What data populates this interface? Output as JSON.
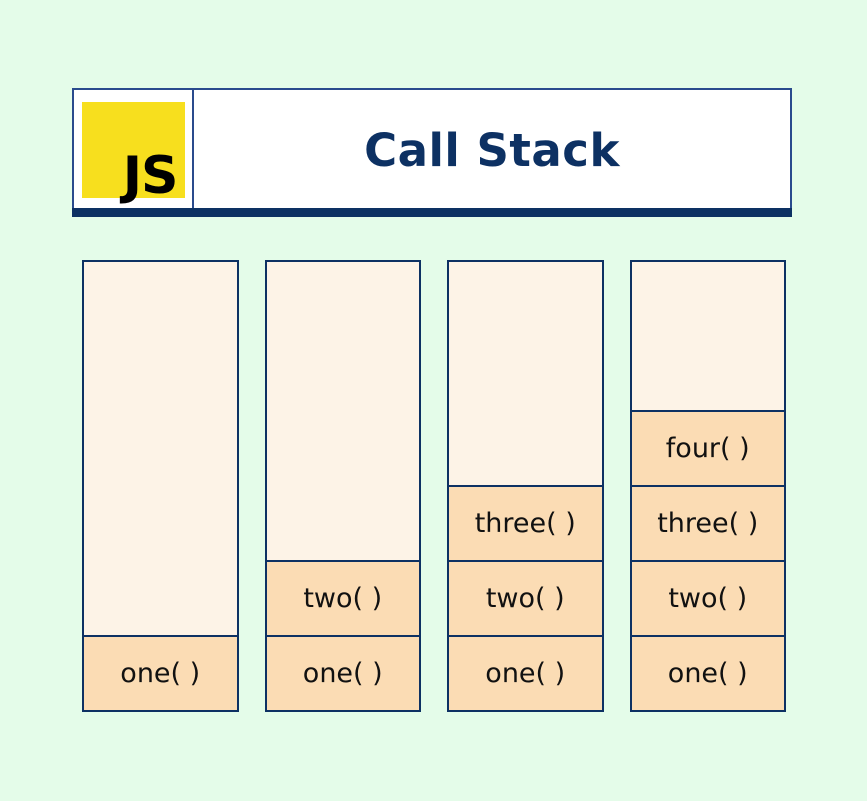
{
  "background_color": "#e4fce9",
  "header": {
    "logo": {
      "icon_name": "javascript-logo-icon",
      "text": "JS",
      "background_color": "#f7df1e",
      "text_color": "#000000"
    },
    "title": "Call Stack",
    "title_color": "#0d3163",
    "border_color": "#2a4b8d",
    "underline_color": "#0d3163",
    "panel_color": "#ffffff"
  },
  "stack_style": {
    "border_color": "#0d3163",
    "frame_color": "#fbdcb4",
    "empty_color": "#fdf3e7",
    "frame_text_color": "#111111"
  },
  "diagram": {
    "type": "call-stack-sequence",
    "capacity_frames": 6,
    "columns": [
      {
        "step": 1,
        "frames": [
          "one( )"
        ]
      },
      {
        "step": 2,
        "frames": [
          "one( )",
          "two( )"
        ]
      },
      {
        "step": 3,
        "frames": [
          "one( )",
          "two( )",
          "three( )"
        ]
      },
      {
        "step": 4,
        "frames": [
          "one( )",
          "two( )",
          "three( )",
          "four( )"
        ]
      }
    ]
  }
}
